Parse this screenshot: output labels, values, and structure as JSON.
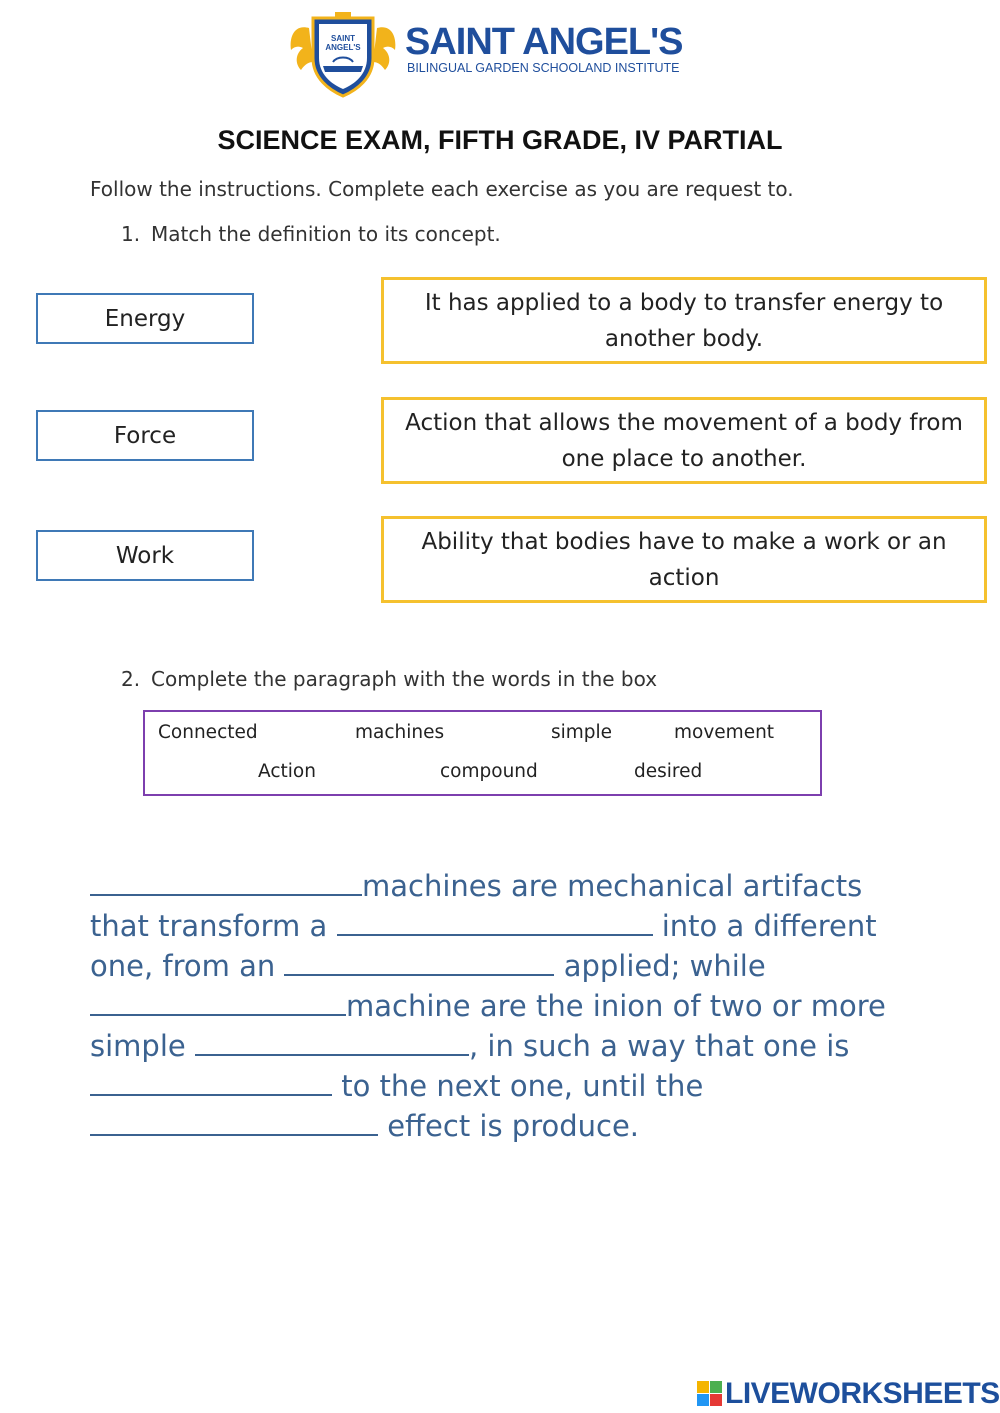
{
  "header": {
    "school_name": "SAINT ANGEL'S",
    "school_subtitle": "BILINGUAL GARDEN SCHOOLAND INSTITUTE",
    "crest_text": "SAINT ANGEL'S",
    "colors": {
      "navy": "#1f4e9c",
      "gold": "#f2b31b"
    }
  },
  "title": "SCIENCE EXAM, FIFTH GRADE, IV PARTIAL",
  "instructions": "Follow the instructions. Complete each exercise as you are request to.",
  "question1": {
    "number": "1.",
    "text": "Match the definition to its concept.",
    "concepts": [
      "Energy",
      "Force",
      "Work"
    ],
    "definitions": [
      "It has applied to a body to transfer energy to another body.",
      "Action that allows the movement of a body from one place to another.",
      "Ability that bodies have to make a work or an action"
    ],
    "concept_border_color": "#3f79b6",
    "definition_border_color": "#f5c12e"
  },
  "question2": {
    "number": "2.",
    "text": "Complete the paragraph with the words in the box",
    "words_row1": [
      "Connected",
      "machines",
      "simple",
      "movement"
    ],
    "words_row2": [
      "Action",
      "compound",
      "desired"
    ],
    "box_border_color": "#7d3fae"
  },
  "paragraph": {
    "color": "#3b6290",
    "line1": "machines are mechanical artifacts",
    "line2a": "that transform  a",
    "line2b": " into a different",
    "line3a": "one, from an",
    "line3b": " applied; while",
    "line4": "machine are the inion of two or more",
    "line5a": "simple",
    "line5b": ", in such a way that one is",
    "line6": " to the next one, until the",
    "line7": " effect is produce."
  },
  "footer": {
    "brand": "LIVEWORKSHEETS"
  }
}
